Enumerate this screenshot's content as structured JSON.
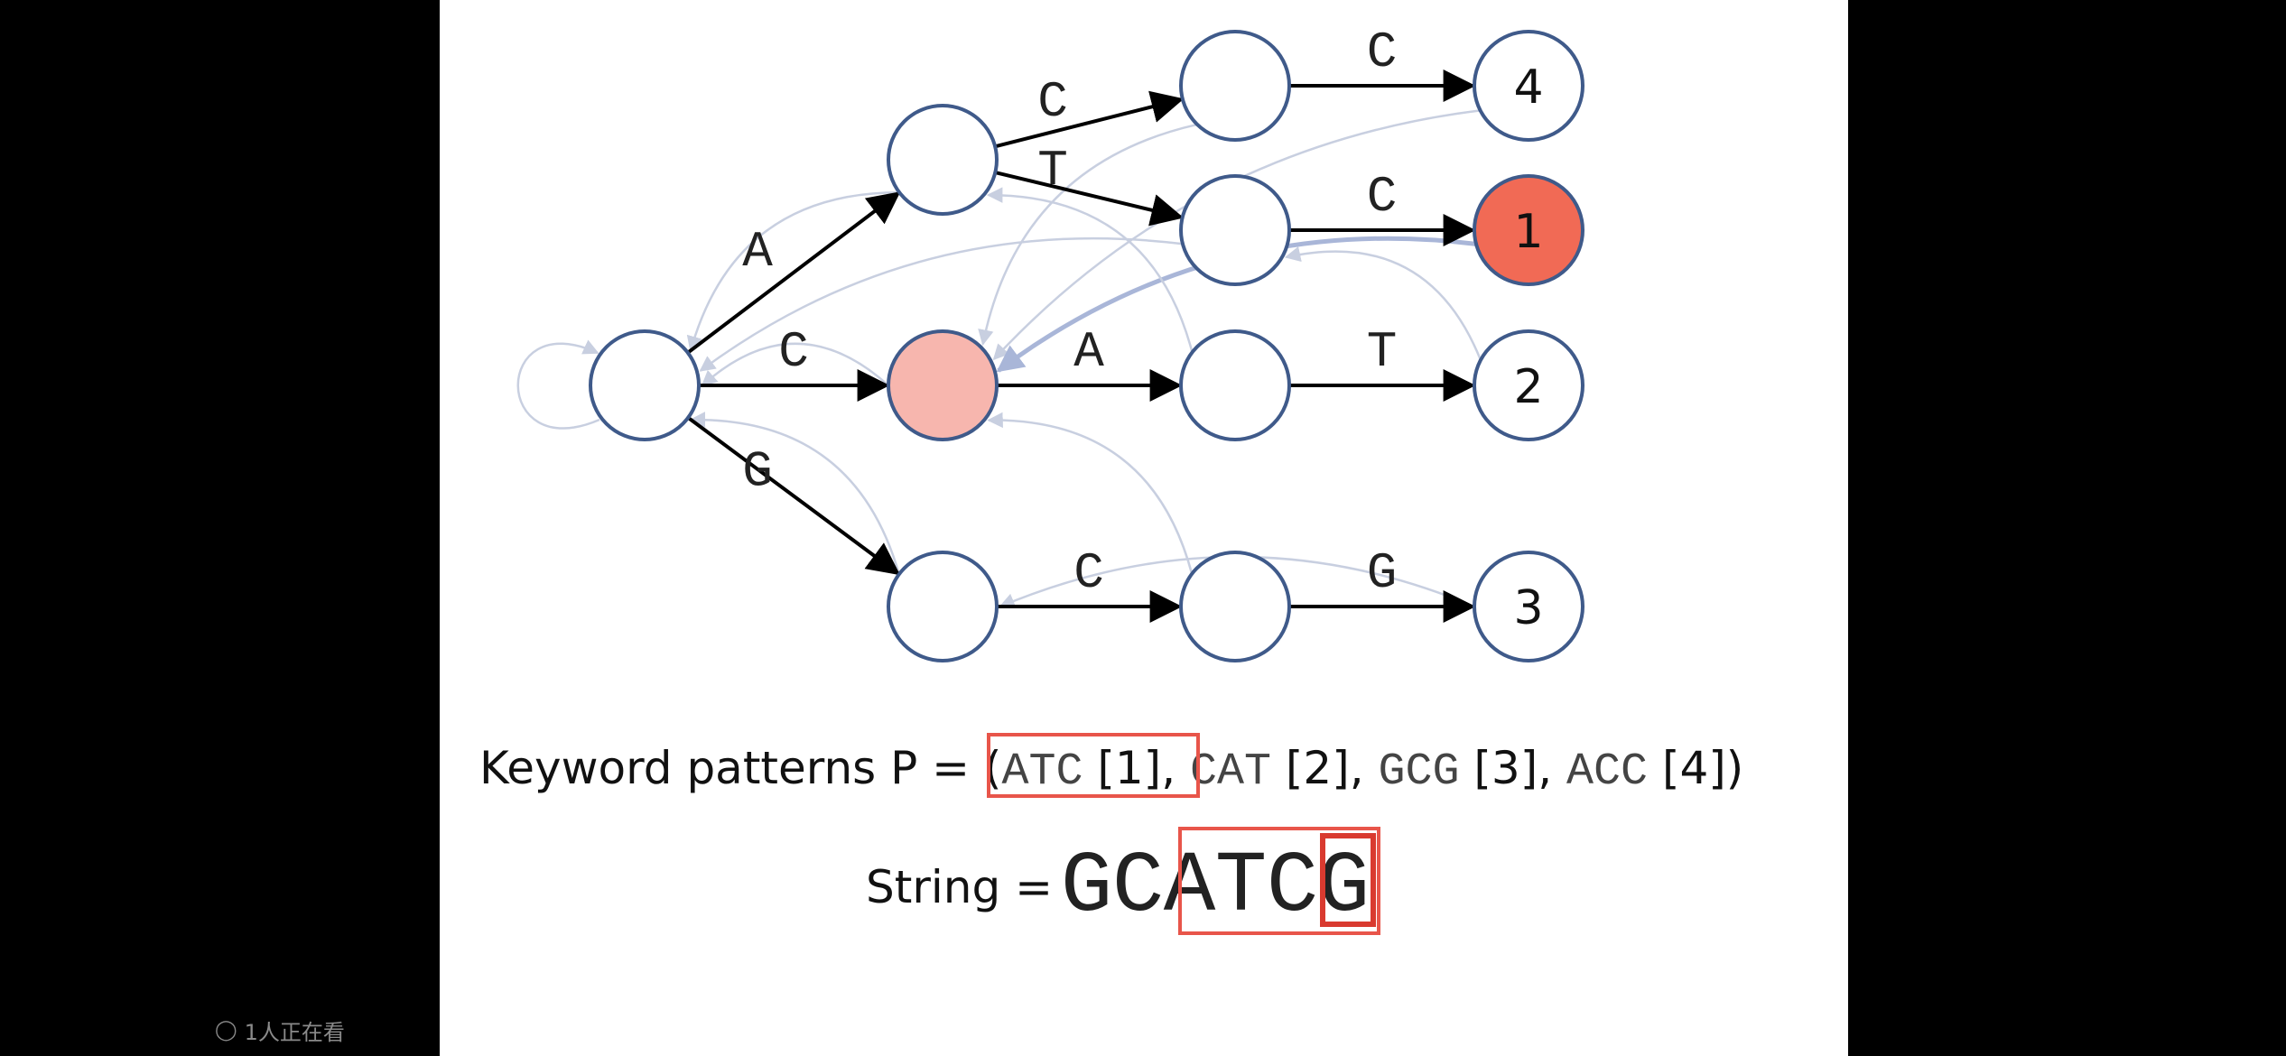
{
  "diagram": {
    "nodes": [
      {
        "id": "root",
        "label": "",
        "fill": "#ffffff"
      },
      {
        "id": "a",
        "label": "",
        "fill": "#ffffff"
      },
      {
        "id": "ac",
        "label": "",
        "fill": "#ffffff"
      },
      {
        "id": "acc",
        "label": "4",
        "fill": "#ffffff"
      },
      {
        "id": "at",
        "label": "",
        "fill": "#ffffff"
      },
      {
        "id": "atc",
        "label": "1",
        "fill": "#f16a55"
      },
      {
        "id": "c",
        "label": "",
        "fill": "#f7b6ae"
      },
      {
        "id": "ca",
        "label": "",
        "fill": "#ffffff"
      },
      {
        "id": "cat",
        "label": "2",
        "fill": "#ffffff"
      },
      {
        "id": "g",
        "label": "",
        "fill": "#ffffff"
      },
      {
        "id": "gc",
        "label": "",
        "fill": "#ffffff"
      },
      {
        "id": "gcg",
        "label": "3",
        "fill": "#ffffff"
      }
    ],
    "edges": [
      {
        "from": "root",
        "to": "a",
        "label": "A"
      },
      {
        "from": "root",
        "to": "c",
        "label": "C"
      },
      {
        "from": "root",
        "to": "g",
        "label": "G"
      },
      {
        "from": "a",
        "to": "ac",
        "label": "C"
      },
      {
        "from": "a",
        "to": "at",
        "label": "T"
      },
      {
        "from": "ac",
        "to": "acc",
        "label": "C"
      },
      {
        "from": "at",
        "to": "atc",
        "label": "C"
      },
      {
        "from": "c",
        "to": "ca",
        "label": "A"
      },
      {
        "from": "ca",
        "to": "cat",
        "label": "T"
      },
      {
        "from": "g",
        "to": "gc",
        "label": "C"
      },
      {
        "from": "gc",
        "to": "gcg",
        "label": "G"
      }
    ],
    "failure_links": [
      {
        "from": "root",
        "to": "root"
      },
      {
        "from": "a",
        "to": "root"
      },
      {
        "from": "c",
        "to": "root"
      },
      {
        "from": "g",
        "to": "root"
      },
      {
        "from": "ac",
        "to": "c"
      },
      {
        "from": "at",
        "to": "root"
      },
      {
        "from": "acc",
        "to": "c"
      },
      {
        "from": "atc",
        "to": "c"
      },
      {
        "from": "ca",
        "to": "a"
      },
      {
        "from": "cat",
        "to": "at"
      },
      {
        "from": "gc",
        "to": "c"
      },
      {
        "from": "gcg",
        "to": "g"
      }
    ],
    "highlight_link": {
      "from": "atc",
      "to": "c"
    }
  },
  "patterns": {
    "prefix": "Keyword patterns P = (",
    "items": [
      {
        "pattern": "ATC",
        "index": "[1]"
      },
      {
        "pattern": "CAT",
        "index": "[2]"
      },
      {
        "pattern": "GCG",
        "index": "[3]"
      },
      {
        "pattern": "ACC",
        "index": "[4]"
      }
    ],
    "separator": ", ",
    "suffix": ")"
  },
  "string_line": {
    "label": "String =",
    "chars": [
      "G",
      "C",
      "A",
      "T",
      "C",
      "G"
    ]
  },
  "colors": {
    "node_stroke": "#3f5a8a",
    "edge": "#000000",
    "failure_link": "#c8cfe0",
    "highlight_link": "#a9b6d8",
    "box": "#e8554a"
  },
  "overlay": {
    "viewers": "1人正在看"
  }
}
